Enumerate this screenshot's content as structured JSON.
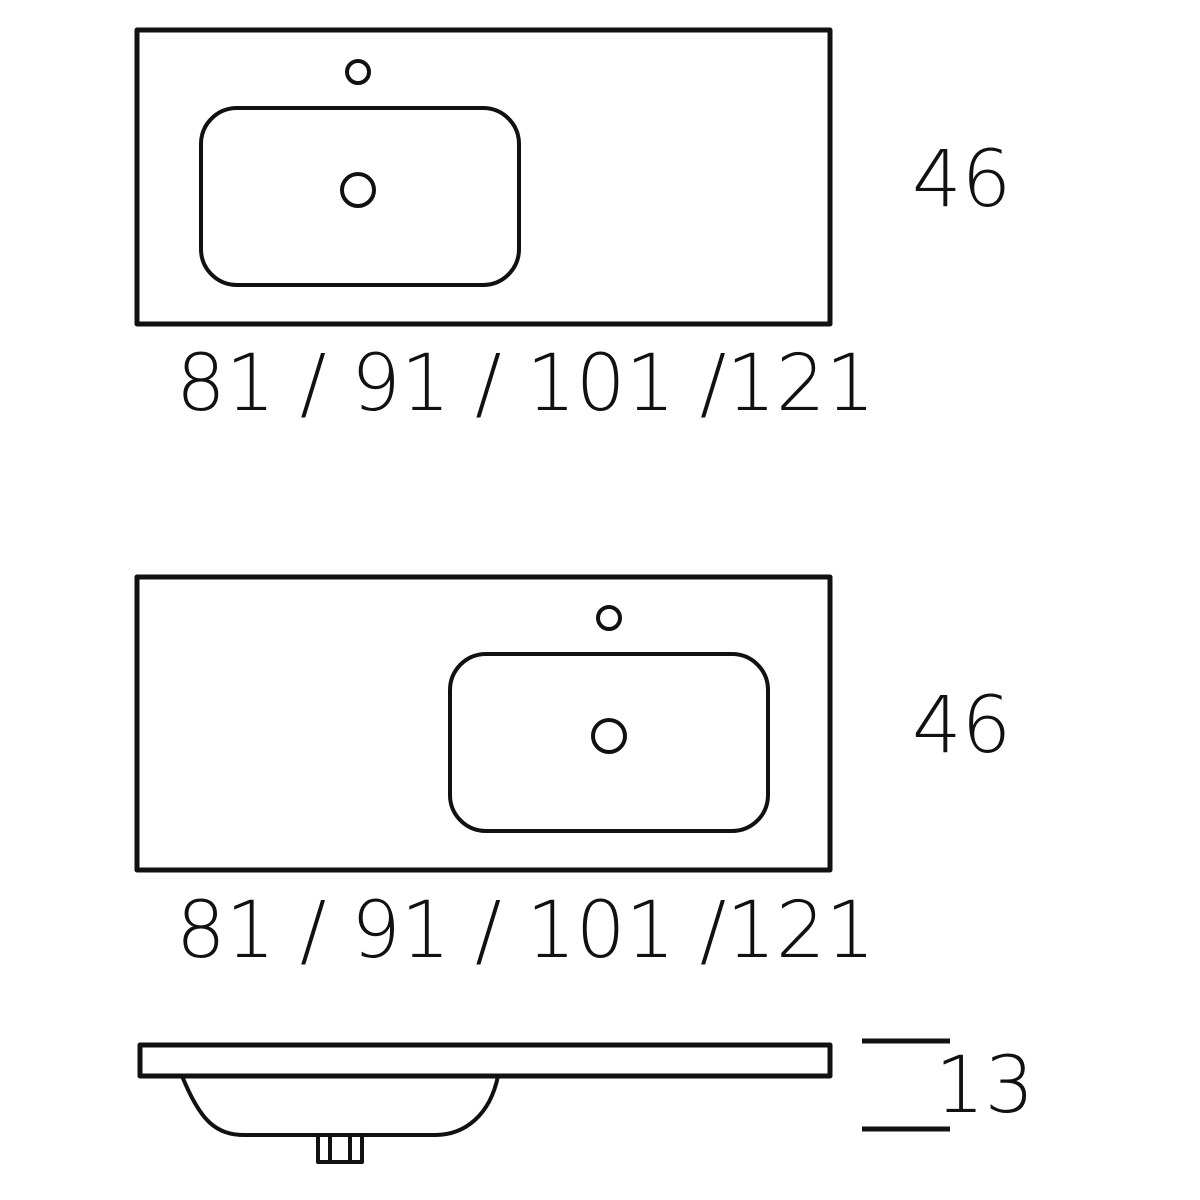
{
  "views": {
    "top_left_basin": {
      "depth_label": "46",
      "width_label": "81 / 91 / 101 /121"
    },
    "top_right_basin": {
      "depth_label": "46",
      "width_label": "81 / 91 / 101 /121"
    },
    "side_section": {
      "height_label": "13"
    }
  },
  "colors": {
    "line": "#111111",
    "background": "#ffffff"
  }
}
